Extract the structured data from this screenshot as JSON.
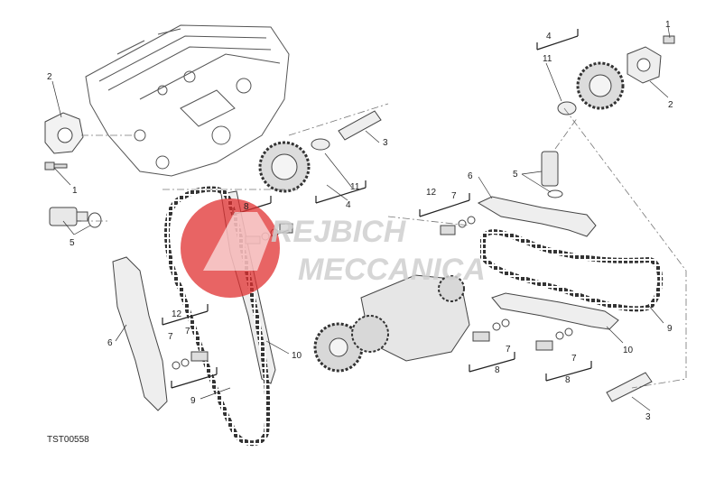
{
  "drawing_code": "TST00558",
  "watermark": {
    "line1": "REJBICH",
    "line2": "MECCANICA",
    "color": "#e03030"
  },
  "callouts": [
    {
      "id": "c1a",
      "text": "1"
    },
    {
      "id": "c2a",
      "text": "2"
    },
    {
      "id": "c1b",
      "text": "1"
    },
    {
      "id": "c5a",
      "text": "5"
    },
    {
      "id": "c6a",
      "text": "6"
    },
    {
      "id": "c12a",
      "text": "12"
    },
    {
      "id": "c7a",
      "text": "7"
    },
    {
      "id": "c7b",
      "text": "7"
    },
    {
      "id": "c8a",
      "text": "8"
    },
    {
      "id": "c9a",
      "text": "9"
    },
    {
      "id": "c10a",
      "text": "10"
    },
    {
      "id": "c3a",
      "text": "3"
    },
    {
      "id": "c11a",
      "text": "11"
    },
    {
      "id": "c4a",
      "text": "4"
    },
    {
      "id": "c4b",
      "text": "4"
    },
    {
      "id": "c11b",
      "text": "11"
    },
    {
      "id": "c1c",
      "text": "1"
    },
    {
      "id": "c2b",
      "text": "2"
    },
    {
      "id": "c5b",
      "text": "5"
    },
    {
      "id": "c6b",
      "text": "6"
    },
    {
      "id": "c12b",
      "text": "12"
    },
    {
      "id": "c7c",
      "text": "7"
    },
    {
      "id": "c9b",
      "text": "9"
    },
    {
      "id": "c10b",
      "text": "10"
    },
    {
      "id": "c7d",
      "text": "7"
    },
    {
      "id": "c8b",
      "text": "8"
    },
    {
      "id": "c7e",
      "text": "7"
    },
    {
      "id": "c8c",
      "text": "8"
    },
    {
      "id": "c3b",
      "text": "3"
    }
  ]
}
